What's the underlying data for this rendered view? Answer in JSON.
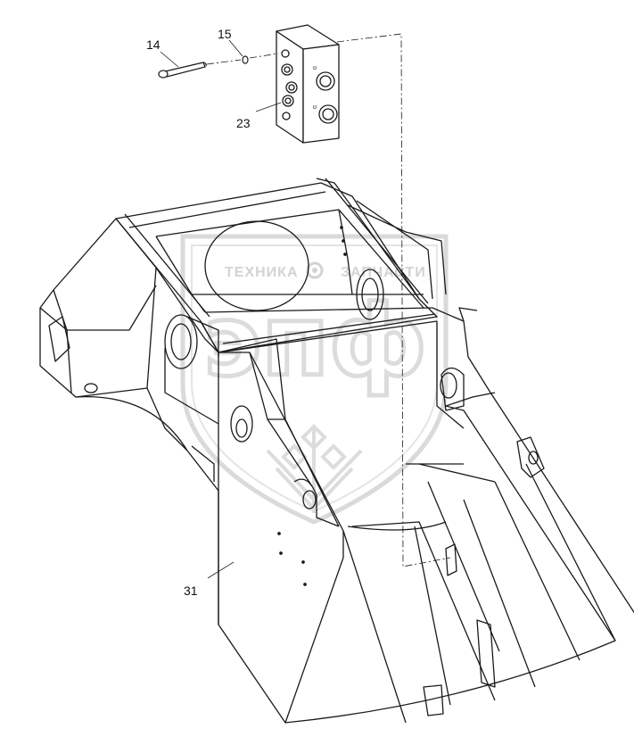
{
  "callouts": {
    "c14": "14",
    "c15": "15",
    "c23": "23",
    "c31": "31"
  },
  "watermark": {
    "word_left": "ТЕХНИКА",
    "word_right": "ЗАПЧАСТИ",
    "big_letters": "эпф",
    "color": "#d6d6d6"
  },
  "colors": {
    "line": "#1a1a1a",
    "page": "#ffffff"
  }
}
